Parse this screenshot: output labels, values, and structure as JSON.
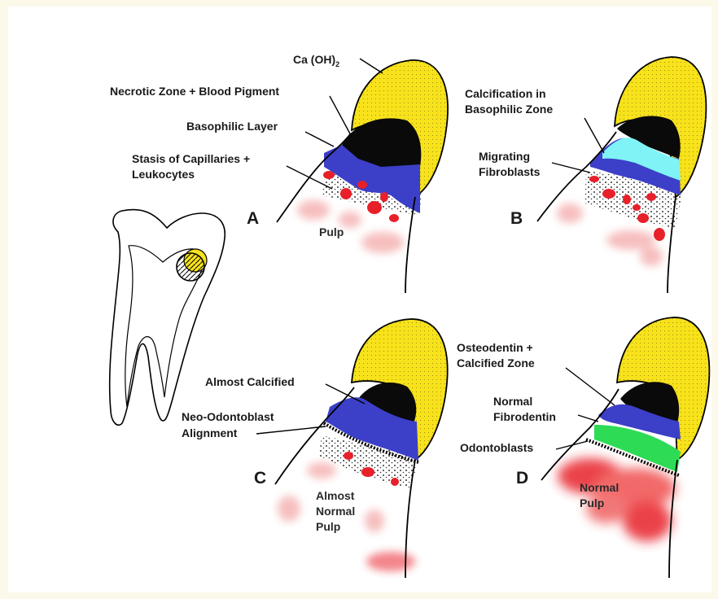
{
  "colors": {
    "background": "#fdf9ea",
    "panel": "#ffffff",
    "calcium_hydroxide": "#f7e21b",
    "necrotic": "#0a0a0a",
    "basophilic": "#3c3fc8",
    "calcification": "#7ff3f5",
    "fibrodentin": "#2ddb55",
    "pulp_cells": "#e8202a",
    "pulp_haze": "#f08a8a"
  },
  "panels": {
    "A": {
      "letter": "A",
      "labels": {
        "caoh": "Ca (OH)",
        "caoh_sub": "2",
        "necrotic": "Necrotic Zone + Blood Pigment",
        "basophilic": "Basophilic Layer",
        "stasis_1": "Stasis of Capillaries +",
        "stasis_2": "Leukocytes",
        "pulp": "Pulp"
      }
    },
    "B": {
      "letter": "B",
      "labels": {
        "calcification_1": "Calcification in",
        "calcification_2": "Basophilic Zone",
        "migrating_1": "Migrating",
        "migrating_2": "Fibroblasts"
      }
    },
    "C": {
      "letter": "C",
      "labels": {
        "almost_calcified": "Almost Calcified",
        "neo_1": "Neo-Odontoblast",
        "neo_2": "Alignment",
        "pulp_1": "Almost",
        "pulp_2": "Normal",
        "pulp_3": "Pulp"
      }
    },
    "D": {
      "letter": "D",
      "labels": {
        "osteo_1": "Osteodentin +",
        "osteo_2": "Calcified Zone",
        "fibro_1": "Normal",
        "fibro_2": "Fibrodentin",
        "odontoblasts": "Odontoblasts",
        "pulp_1": "Normal",
        "pulp_2": "Pulp"
      }
    }
  }
}
